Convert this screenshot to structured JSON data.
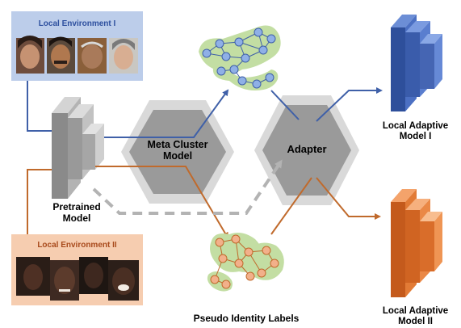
{
  "colors": {
    "blue": "#3f60a8",
    "blue_panel": "#bccdea",
    "blue_title": "#2d4f9e",
    "orange": "#c06a2c",
    "orange_panel": "#f6cdb0",
    "orange_title": "#a84a1c",
    "hex_gray": "#9a9a9a",
    "hex_light": "#d9d9d9",
    "dashed_gray": "#b3b3b3",
    "green_halo": "#c3dea3",
    "node_blue": "#8fb0e6",
    "node_orange": "#f2b08a"
  },
  "labels": {
    "env1_title": "Local Environment I",
    "env2_title": "Local Environment II",
    "pretrained_line1": "Pretrained",
    "pretrained_line2": "Model",
    "meta_line1": "Meta Cluster",
    "meta_line2": "Model",
    "adapter": "Adapter",
    "pseudo": "Pseudo Identity Labels",
    "local1_line1": "Local Adaptive",
    "local1_line2": "Model I",
    "local2_line1": "Local Adaptive",
    "local2_line2": "Model II"
  },
  "icons": {
    "face_photos_env1": "face-photo-icon",
    "face_photos_env2": "face-photo-icon",
    "graph_clusters": "cluster-graph-icon",
    "network_stack": "network-layers-icon"
  }
}
